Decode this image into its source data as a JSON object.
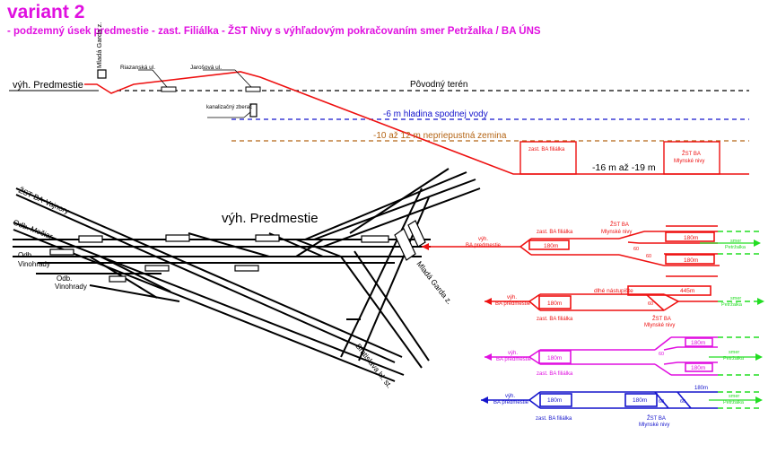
{
  "header": {
    "title": "variant 2",
    "subtitle": "- podzemný úsek predmestie - zast. Filiálka - ŽST Nivy s výhľadovým pokračovaním smer Petržalka / BA ÚNS"
  },
  "profile": {
    "station_left": "výh. Predmestie",
    "mlada_garda": "Mladá Garda z.",
    "street1": "Riazanská ul.",
    "street2": "Jarošová ul.",
    "ground": "Pôvodný terén",
    "sewer": "kanalizačný zberač",
    "water": "-6 m hladina spodnej vody",
    "clay": "-10 až 12 m nepriepustná zemina",
    "depth": "-16 m až -19 m",
    "stop1": "zast. BA filiálka",
    "stop2_l1": "ŽST BA",
    "stop2_l2": "Mlynské nivy"
  },
  "plan": {
    "title": "výh. Predmestie",
    "line_vajnory": "ŽST BA-Vajnory",
    "odb_mociar": "Odb. Močiar",
    "odb1_l1": "Odb.",
    "odb1_l2": "Vinohrady",
    "odb2_l1": "Odb.",
    "odb2_l2": "Vinohrady",
    "mlada_garda": "Mladá Garda z.",
    "bratislava_hl": "Bratislava hl. st."
  },
  "schemes": {
    "common": {
      "vyh": "výh.",
      "predmestie": "BA predmestie",
      "filialka": "zast. BA filiálka",
      "zst": "ŽST BA",
      "nivy": "Mlynské nivy",
      "len180": "180m",
      "smer": "smer",
      "petrzalka": "Petržalka",
      "s60": "60"
    },
    "red": {
      "color": "#ee1111",
      "long_platform": "445m",
      "note": "dlhé nástupište"
    },
    "red2": {
      "color": "#ee1111"
    },
    "magenta": {
      "color": "#e010e0"
    },
    "blue": {
      "color": "#1414cc"
    },
    "green": "#22dd22"
  }
}
